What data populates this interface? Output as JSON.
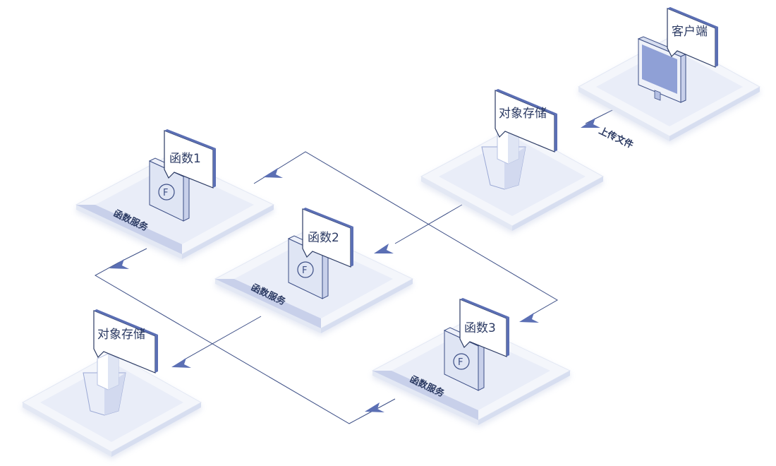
{
  "diagram": {
    "client": {
      "tag": "客户端"
    },
    "storage_source": {
      "tag": "对象存储"
    },
    "storage_target": {
      "tag": "对象存储"
    },
    "upload_label": "上传文件",
    "functions": [
      {
        "tag": "函数1",
        "band": "函数服务"
      },
      {
        "tag": "函数2",
        "band": "函数服务"
      },
      {
        "tag": "函数3",
        "band": "函数服务"
      }
    ]
  },
  "colors": {
    "accent": "#5b6fb4",
    "line": "#3d4f86",
    "platform_top": "#f4f6fb",
    "platform_inner": "#e9edf8",
    "platform_side": "#d7def0",
    "band": "#c8d0ea",
    "tag_fill": "#ffffff",
    "tag_edge": "#2b3a63"
  },
  "icons": [
    "monitor-icon",
    "bucket-icon",
    "function-icon",
    "arrow-icon"
  ]
}
